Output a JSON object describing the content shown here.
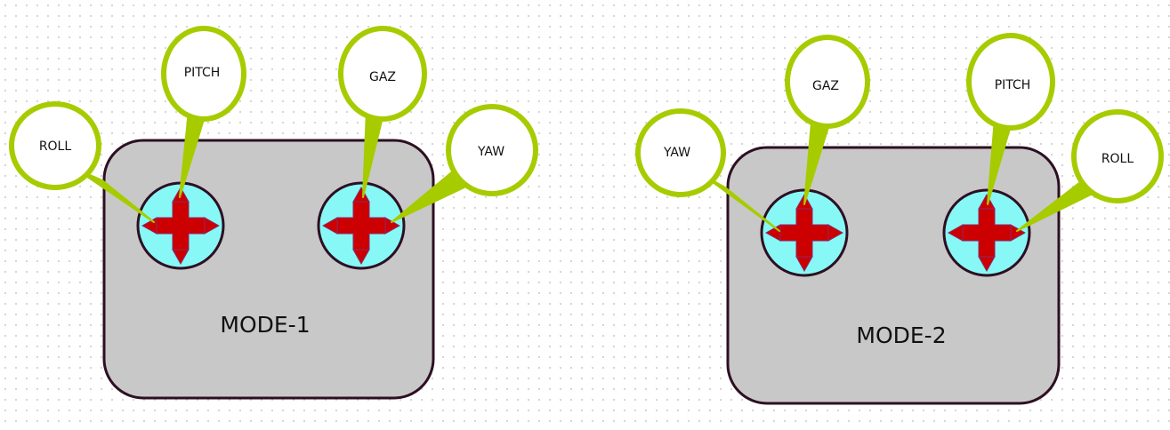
{
  "diagram": {
    "colors": {
      "body_fill": "#c8c8c8",
      "body_stroke": "#2d0f22",
      "stick_fill": "#88f8f6",
      "arrow_fill": "#cc0000",
      "bubble_stroke": "#a6cc00",
      "bubble_fill": "#ffffff"
    },
    "mode1": {
      "label": "MODE-1",
      "left_stick": {
        "up_bubble": "PITCH",
        "side_bubble": "ROLL"
      },
      "right_stick": {
        "up_bubble": "GAZ",
        "side_bubble": "YAW"
      }
    },
    "mode2": {
      "label": "MODE-2",
      "left_stick": {
        "up_bubble": "GAZ",
        "side_bubble": "YAW"
      },
      "right_stick": {
        "up_bubble": "PITCH",
        "side_bubble": "ROLL"
      }
    }
  }
}
